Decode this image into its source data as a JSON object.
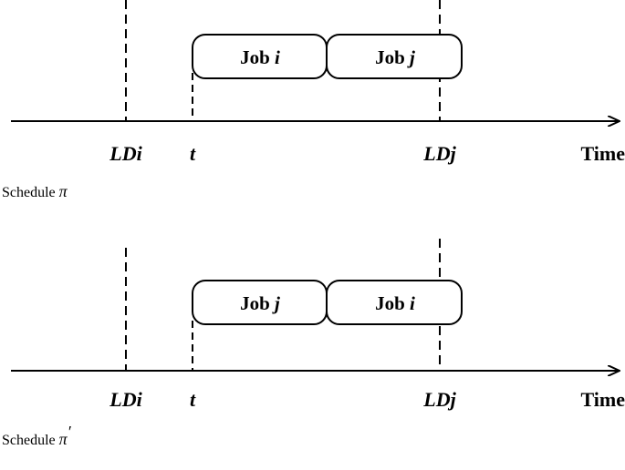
{
  "axis_end_label": "Time",
  "schedules": [
    {
      "caption_text": "Schedule ",
      "caption_symbol": "π",
      "caption_prime": "",
      "jobs": [
        {
          "prefix": "Job ",
          "var": "i"
        },
        {
          "prefix": "Job ",
          "var": "j"
        }
      ],
      "ticks": [
        "LDi",
        "t",
        "LDj"
      ]
    },
    {
      "caption_text": "Schedule ",
      "caption_symbol": "π",
      "caption_prime": "′",
      "jobs": [
        {
          "prefix": "Job ",
          "var": "j"
        },
        {
          "prefix": "Job ",
          "var": "i"
        }
      ],
      "ticks": [
        "LDi",
        "t",
        "LDj"
      ]
    }
  ]
}
